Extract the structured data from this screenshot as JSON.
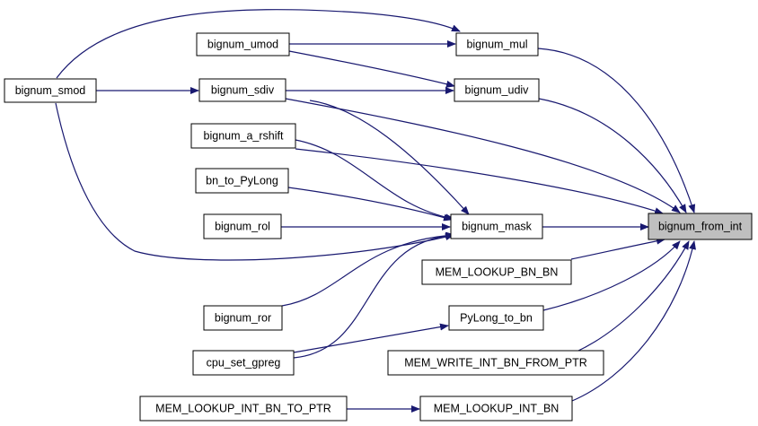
{
  "graph": {
    "edge_color": "#191970",
    "focus_fill": "#bfbfbf",
    "nodes": {
      "bignum_from_int": "bignum_from_int",
      "bignum_mul": "bignum_mul",
      "bignum_udiv": "bignum_udiv",
      "bignum_umod": "bignum_umod",
      "bignum_sdiv": "bignum_sdiv",
      "bignum_smod": "bignum_smod",
      "bignum_a_rshift": "bignum_a_rshift",
      "bn_to_PyLong": "bn_to_PyLong",
      "bignum_rol": "bignum_rol",
      "bignum_mask": "bignum_mask",
      "MEM_LOOKUP_BN_BN": "MEM_LOOKUP_BN_BN",
      "bignum_ror": "bignum_ror",
      "PyLong_to_bn": "PyLong_to_bn",
      "cpu_set_gpreg": "cpu_set_gpreg",
      "MEM_WRITE_INT_BN_FROM_PTR": "MEM_WRITE_INT_BN_FROM_PTR",
      "MEM_LOOKUP_INT_BN_TO_PTR": "MEM_LOOKUP_INT_BN_TO_PTR",
      "MEM_LOOKUP_INT_BN": "MEM_LOOKUP_INT_BN"
    },
    "edges": [
      {
        "from": "bignum_mul",
        "to": "bignum_from_int"
      },
      {
        "from": "bignum_udiv",
        "to": "bignum_from_int"
      },
      {
        "from": "bignum_sdiv",
        "to": "bignum_from_int"
      },
      {
        "from": "bignum_a_rshift",
        "to": "bignum_from_int"
      },
      {
        "from": "bignum_mask",
        "to": "bignum_from_int"
      },
      {
        "from": "MEM_LOOKUP_BN_BN",
        "to": "bignum_from_int"
      },
      {
        "from": "PyLong_to_bn",
        "to": "bignum_from_int"
      },
      {
        "from": "MEM_WRITE_INT_BN_FROM_PTR",
        "to": "bignum_from_int"
      },
      {
        "from": "MEM_LOOKUP_INT_BN",
        "to": "bignum_from_int"
      },
      {
        "from": "bignum_umod",
        "to": "bignum_mul"
      },
      {
        "from": "bignum_smod",
        "to": "bignum_mul"
      },
      {
        "from": "bignum_umod",
        "to": "bignum_udiv"
      },
      {
        "from": "bignum_sdiv",
        "to": "bignum_udiv"
      },
      {
        "from": "bignum_smod",
        "to": "bignum_sdiv"
      },
      {
        "from": "bignum_sdiv",
        "to": "bignum_mask"
      },
      {
        "from": "bignum_smod",
        "to": "bignum_mask"
      },
      {
        "from": "bignum_a_rshift",
        "to": "bignum_mask"
      },
      {
        "from": "bn_to_PyLong",
        "to": "bignum_mask"
      },
      {
        "from": "bignum_rol",
        "to": "bignum_mask"
      },
      {
        "from": "bignum_ror",
        "to": "bignum_mask"
      },
      {
        "from": "cpu_set_gpreg",
        "to": "bignum_mask"
      },
      {
        "from": "cpu_set_gpreg",
        "to": "PyLong_to_bn"
      },
      {
        "from": "MEM_LOOKUP_INT_BN_TO_PTR",
        "to": "MEM_LOOKUP_INT_BN"
      }
    ]
  }
}
